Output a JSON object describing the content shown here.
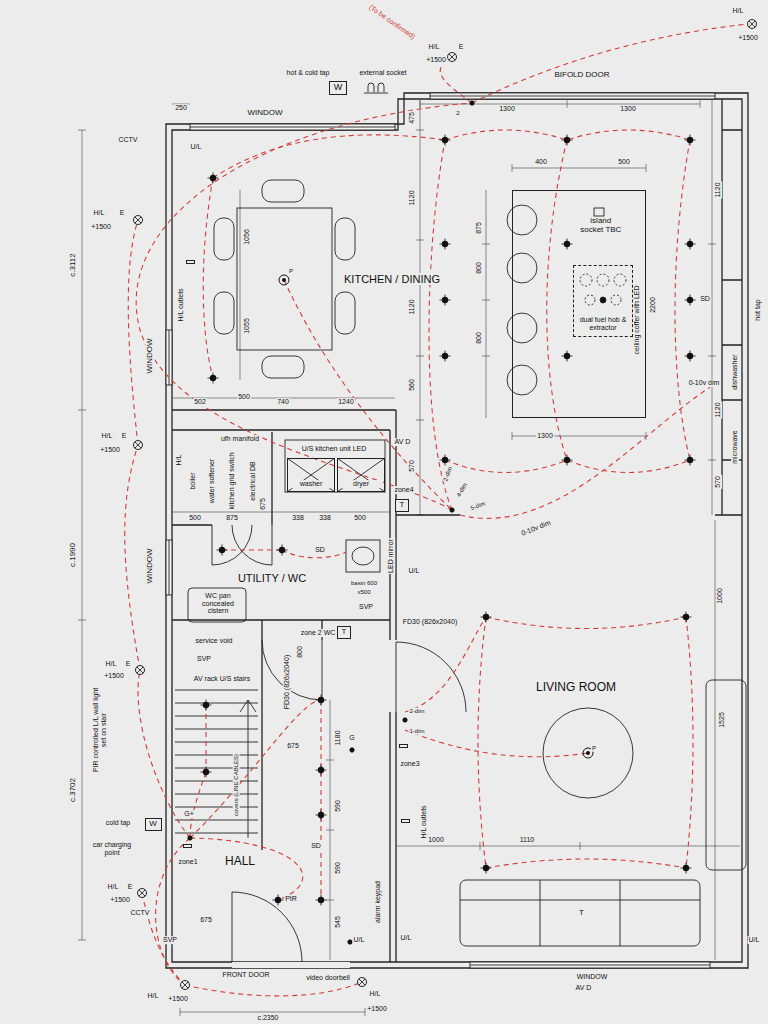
{
  "diagram": {
    "nodes": [
      {
        "text": [
          "W"
        ]
      },
      {
        "text": [
          "KITCHEN / DINING"
        ]
      },
      {
        "text": [
          "AV D"
        ],
        "in": 1
      },
      {
        "text": [
          "island socket TBC"
        ],
        "in": 1
      },
      {
        "text": [
          "dual fuel hob & extractor"
        ],
        "in": 3
      },
      {
        "text": [
          "T"
        ]
      },
      {
        "text": [
          "UTILITY / WC"
        ]
      },
      {
        "text": [
          "washer"
        ],
        "in": 6
      },
      {
        "text": [
          "dryer"
        ],
        "in": 6
      },
      {
        "text": [
          "T"
        ]
      },
      {
        "text": [
          "LIVING ROOM"
        ]
      },
      {
        "text": [
          "T"
        ],
        "in": 10
      },
      {
        "text": [
          "AV D"
        ],
        "in": 10
      },
      {
        "text": [
          "HALL"
        ]
      },
      {
        "text": [
          "W"
        ]
      },
      {
        "text": [
          "T"
        ],
        "in": 13
      }
    ],
    "labels": [
      "(To be confirmed)",
      "H/L",
      "+1500",
      "E",
      "H/L",
      "+1500",
      "hot & cold tap",
      "external socket",
      "BIFOLD DOOR",
      "250",
      "WINDOW",
      "CCTV",
      "U/L",
      "475",
      "2",
      "1300",
      "1300",
      "400",
      "500",
      "1120",
      "875",
      "1120",
      "c.3112",
      "H/L",
      "E",
      "+1500",
      "1056",
      "1055",
      "H/L outlets",
      "1120",
      "800",
      "SD",
      "hot tap",
      "WINDOW",
      "800",
      "ceiling coffer with LED",
      "0-10v dim",
      "dishwasher",
      "560",
      "502",
      "500",
      "740",
      "1240",
      "1300",
      "1120",
      "microwave",
      "570",
      "570",
      "2-dim",
      "4-dim",
      "5-dim",
      "0-10v dim",
      "zone4",
      "ufh manifold",
      "U/S kitchen unit LED",
      "H/L",
      "boiler",
      "water softener",
      "kitchen grid switch",
      "electrical DB",
      "500",
      "875",
      "675",
      "338",
      "338",
      "500",
      "SD",
      "c.1990",
      "WINDOW",
      "H/L",
      "E",
      "+1500",
      "basin 600",
      "x500",
      "LED mirror",
      "U/L",
      "SVP",
      "WC pan concealed cistern",
      "service void",
      "SVP",
      "AV rack U/S stairs",
      "zone 2 WC",
      "800",
      "FD30 (826x2040)",
      "FD30 (826x2040)",
      "PIR controlled L/L wall light set on stair",
      "H/L",
      "E",
      "+1500",
      "c.3702",
      "G",
      "1180",
      "675",
      "2-dim",
      "1-dim",
      "zone3",
      "590",
      "H/L outlets",
      "cold tap",
      "G+",
      "covers (LINE CABLES)",
      "car charging point",
      "zone1",
      "SD",
      "590",
      "H/L",
      "E",
      "+1500",
      "CCTV",
      "PIR",
      "545",
      "alarm keypad",
      "675",
      "SVP",
      "U/L",
      "U/L",
      "FRONT DOOR",
      "video doorbell",
      "H/L",
      "+1500",
      "H/L",
      "+1500",
      "c.2350",
      "WINDOW",
      "1000",
      "1110",
      "1000",
      "1525",
      "U/L",
      "P",
      "P",
      "2200"
    ]
  }
}
